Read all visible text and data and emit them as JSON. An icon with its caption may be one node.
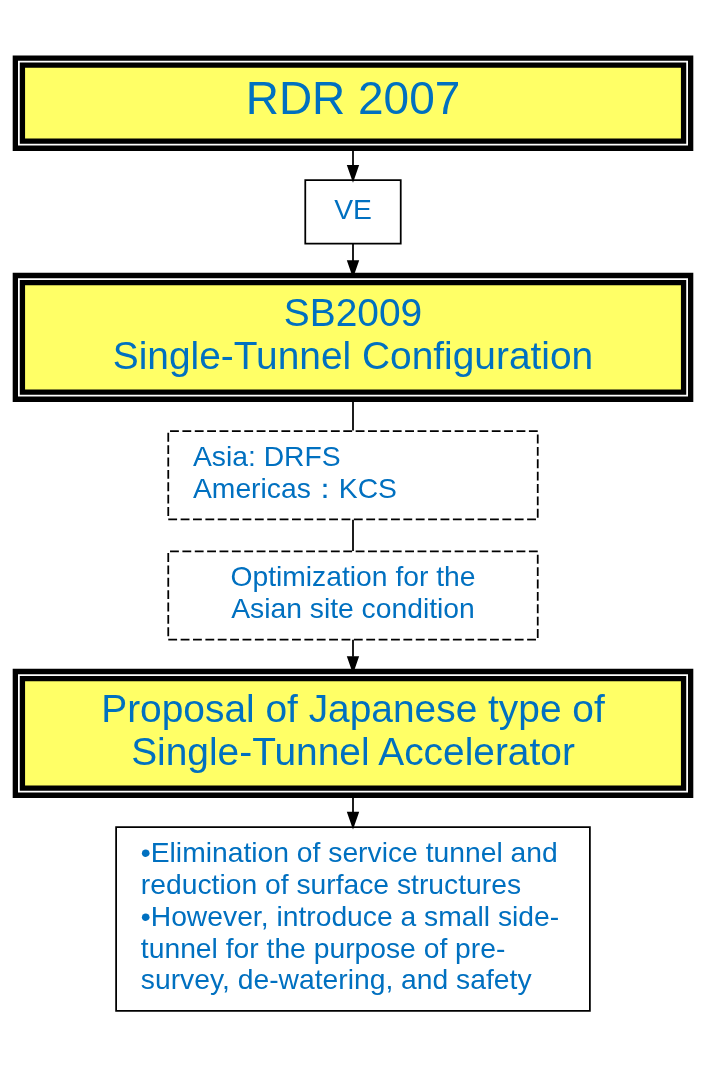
{
  "diagram": {
    "nodes": [
      {
        "text": [
          "RDR 2007"
        ]
      },
      {
        "text": [
          "VE"
        ]
      },
      {
        "text": [
          "SB2009",
          "Single-Tunnel Configuration"
        ]
      },
      {
        "text": [
          "Asia: DRFS",
          "Americas：KCS"
        ]
      },
      {
        "text": [
          "Optimization for the Asian site condition"
        ]
      },
      {
        "text": [
          "Proposal of Japanese type of Single-Tunnel Accelerator"
        ]
      },
      {
        "text": [
          "•Elimination of service tunnel and reduction of surface structures",
          "•However, introduce a small side-tunnel for the purpose of pre-survey, de-watering, and safety"
        ]
      }
    ],
    "edges": [
      {
        "from": 0,
        "to": 1,
        "arrow": "to"
      },
      {
        "from": 1,
        "to": 2,
        "arrow": "to"
      },
      {
        "from": 2,
        "to": 3,
        "arrow": "none"
      },
      {
        "from": 3,
        "to": 4,
        "arrow": "none"
      },
      {
        "from": 4,
        "to": 5,
        "arrow": "to"
      },
      {
        "from": 5,
        "to": 6,
        "arrow": "to"
      }
    ]
  }
}
